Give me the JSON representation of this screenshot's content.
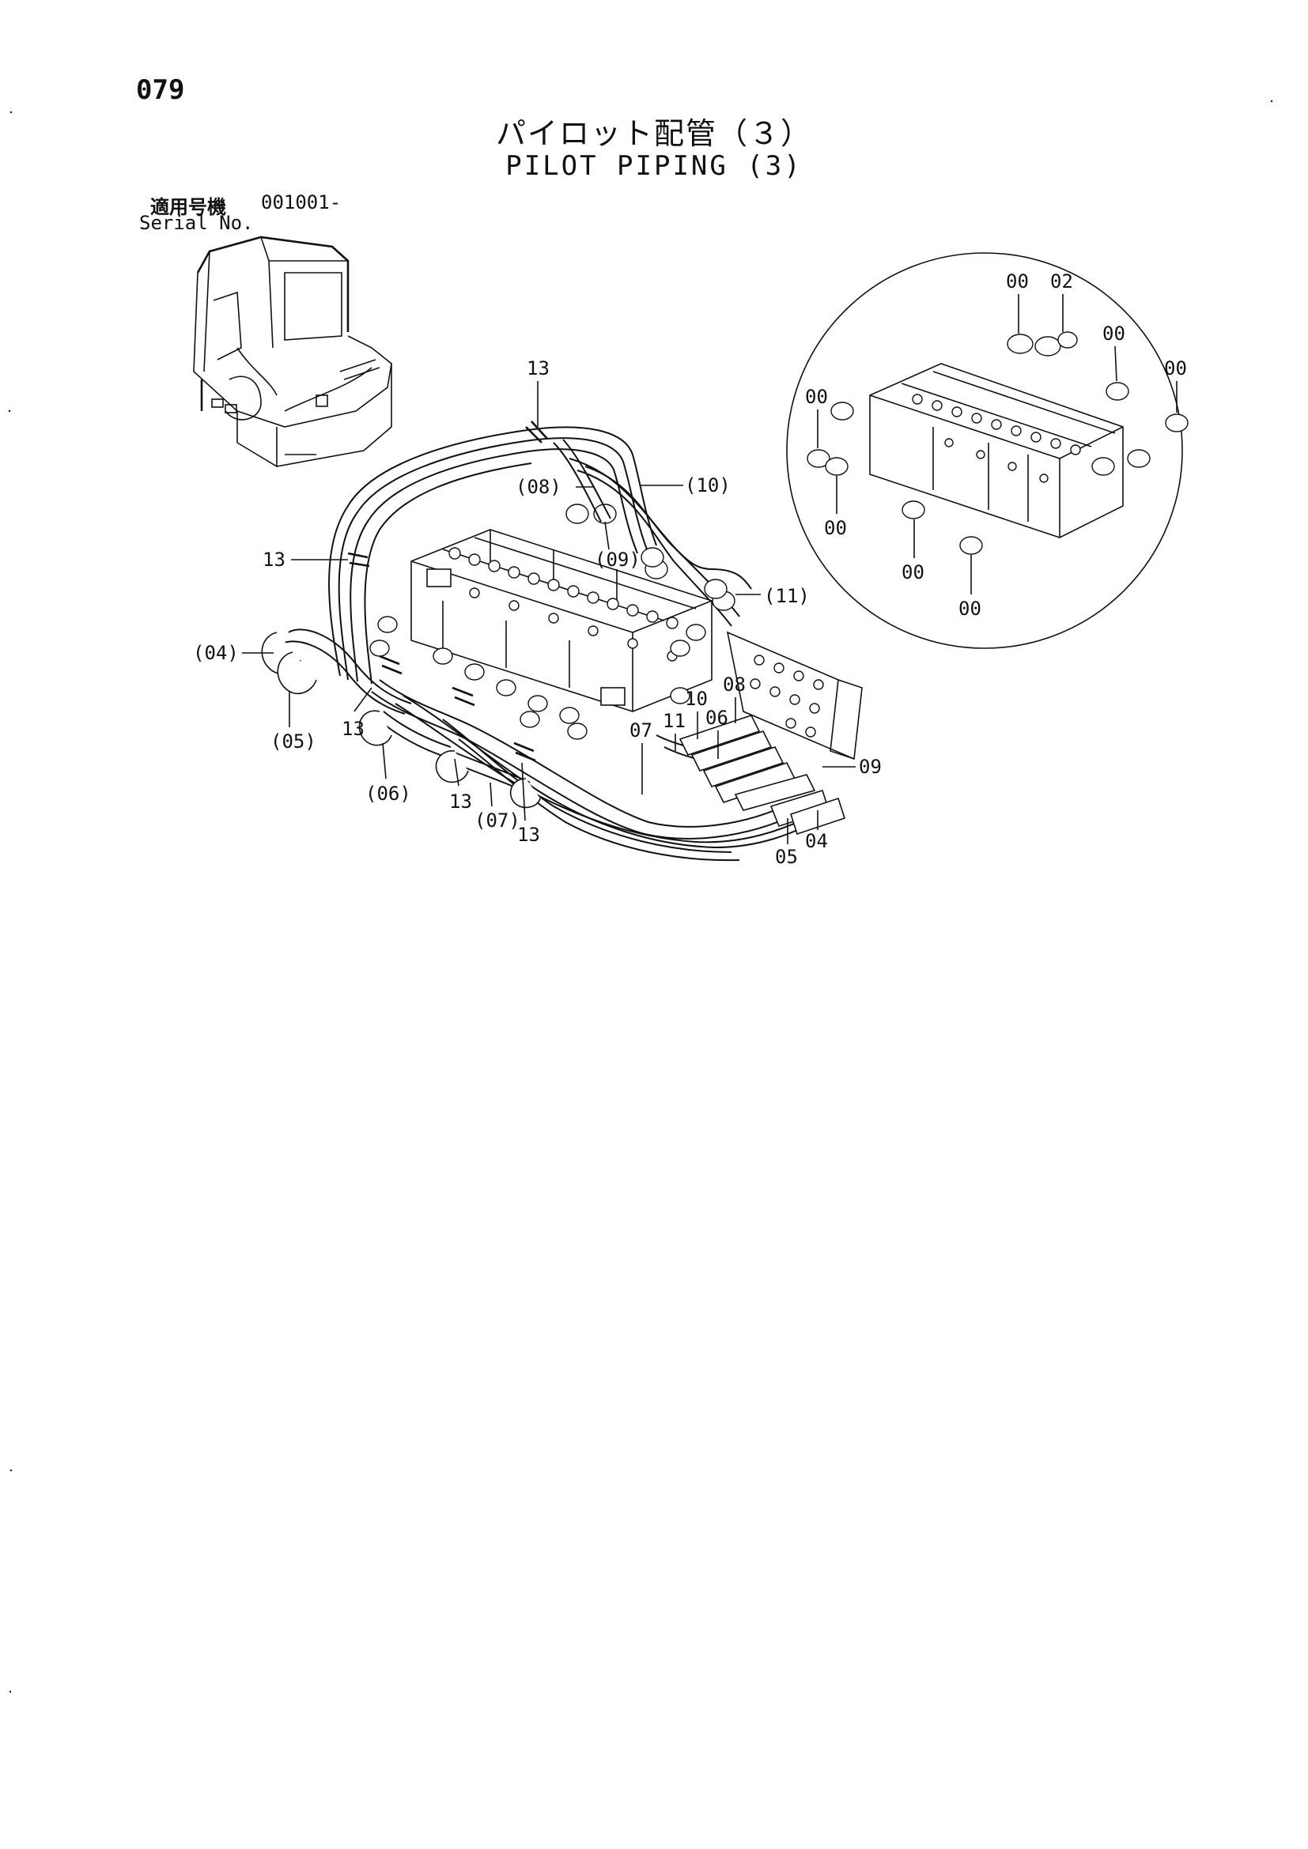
{
  "page": {
    "number": "079",
    "title_jp": "パイロット配管（３）",
    "title_en": "PILOT PIPING (3)",
    "serial_label_jp": "適用号機",
    "serial_label_en": "Serial No.",
    "serial_value": "001001-"
  },
  "callouts": {
    "c13_top": "13",
    "c13_left": "13",
    "c13_mid": "13",
    "c13_low": "13",
    "c13_bottom": "13",
    "c08p": "(08)",
    "c09p": "(09)",
    "c10p": "(10)",
    "c11p": "(11)",
    "c04p": "(04)",
    "c05p": "(05)",
    "c06p": "(06)",
    "c07p": "(07)",
    "c07": "07",
    "c11": "11",
    "c10": "10",
    "c06": "06",
    "c08": "08",
    "c09": "09",
    "c05": "05",
    "c04": "04"
  },
  "detail_callouts": {
    "d00_a": "00",
    "d02": "02",
    "d00_b": "00",
    "d00_c": "00",
    "d00_d": "00",
    "d00_e": "00",
    "d00_f": "00",
    "d00_g": "00"
  }
}
